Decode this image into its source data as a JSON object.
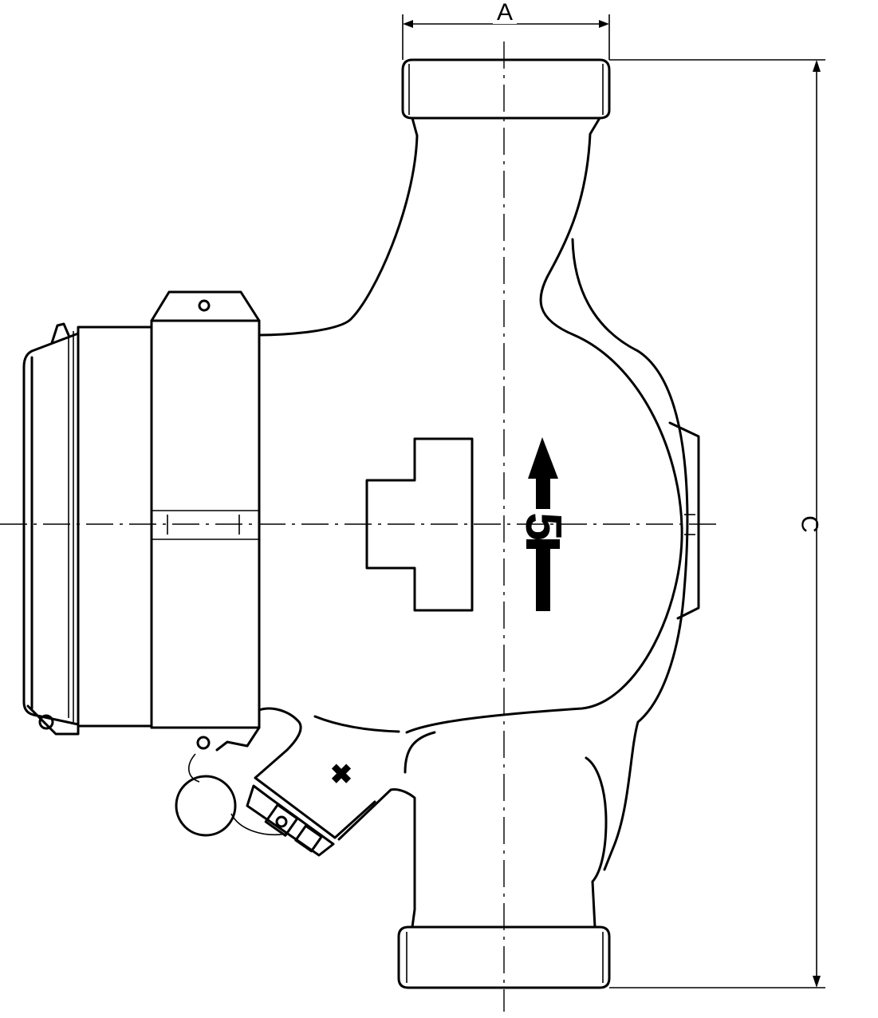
{
  "dimensions": {
    "a_label": "A",
    "c_label": "C"
  },
  "markings": {
    "flow_digit": "5",
    "cross_mark": "✖"
  }
}
